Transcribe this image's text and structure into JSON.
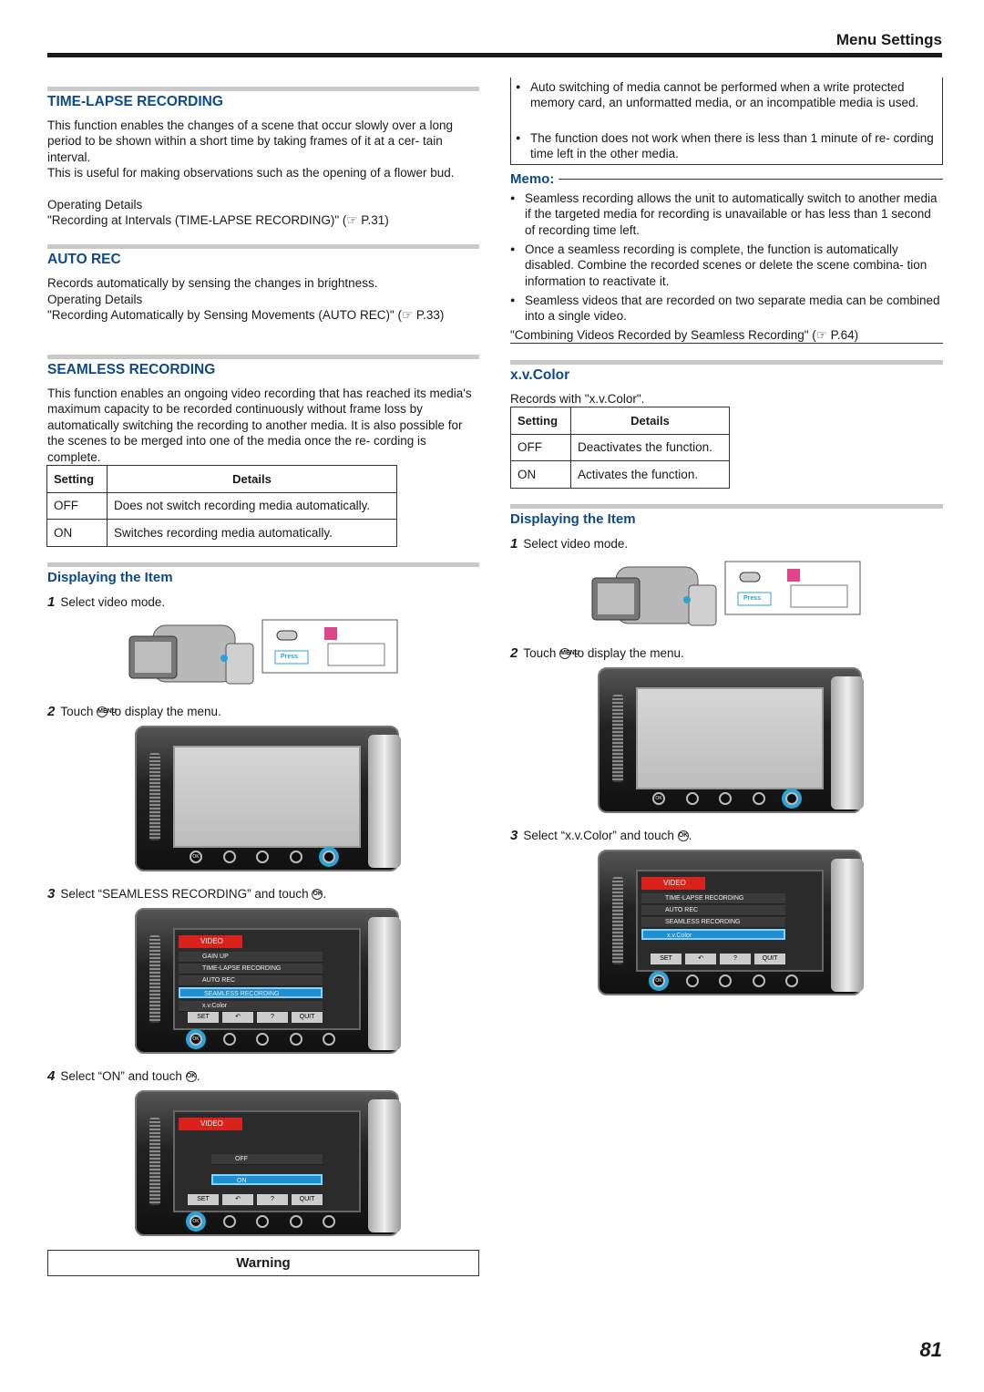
{
  "header": {
    "title": "Menu Settings"
  },
  "left": {
    "timelapse": {
      "title": "TIME-LAPSE RECORDING",
      "p1": "This function enables the changes of a scene that occur slowly over a long period to be shown within a short time by taking frames of it at a cer- tain interval.",
      "p2": "This is useful for making observations such as the opening of a flower bud.",
      "p3": "Operating Details",
      "p4": "\"Recording at Intervals (TIME-LAPSE RECORDING)\" (☞ P.31)"
    },
    "autorec": {
      "title": "AUTO REC",
      "p1": "Records automatically by sensing the changes in brightness.",
      "p2": "Operating Details",
      "p3": "\"Recording Automatically by Sensing Movements (AUTO REC)\" (☞ P.33)"
    },
    "seamless": {
      "title": "SEAMLESS RECORDING",
      "p1": "This function enables an ongoing video recording that has reached its media's maximum capacity to be recorded continuously without frame loss by automatically switching the recording to another media. It is also possible for the scenes to be merged into one of the media once the re- cording is complete.",
      "table": {
        "h1": "Setting",
        "h2": "Details",
        "r1c1": "OFF",
        "r1c2": "Does not switch recording media automatically.",
        "r2c1": "ON",
        "r2c2": "Switches recording media automatically."
      }
    },
    "display": {
      "title": "Displaying the Item",
      "s1": "Select video mode.",
      "s2a": "Touch",
      "s2b": "to display the menu.",
      "s3a": "Select “SEAMLESS RECORDING” and touch",
      "s3b": ".",
      "s4a": "Select “ON” and touch",
      "s4b": "."
    },
    "warning": "Warning"
  },
  "right": {
    "caution": {
      "b1": "Auto switching of media cannot be performed when a write protected memory card, an unformatted media, or an incompatible media is used.",
      "b2": "The function does not work when there is less than 1 minute of re- cording time left in the other media."
    },
    "memo": {
      "title": "Memo:",
      "b1": "Seamless recording allows the unit to automatically switch to another media if the targeted media for recording is unavailable or has less than 1 second of recording time left.",
      "b2": "Once a seamless recording is complete, the function is automatically disabled. Combine the recorded scenes or delete the scene combina- tion information to reactivate it.",
      "b3": "Seamless videos that are recorded on two separate media can be combined into a single video.",
      "link": "\"Combining Videos Recorded by Seamless Recording\" (☞ P.64)"
    },
    "xvcolor": {
      "title": "x.v.Color",
      "p1": "Records with \"x.v.Color\".",
      "table": {
        "h1": "Setting",
        "h2": "Details",
        "r1c1": "OFF",
        "r1c2": "Deactivates the function.",
        "r2c1": "ON",
        "r2c2": "Activates the function."
      }
    },
    "display": {
      "title": "Displaying the Item",
      "s1": "Select video mode.",
      "s2a": "Touch",
      "s2b": "to display the menu.",
      "s3a": "Select “x.v.Color” and touch",
      "s3b": "."
    }
  },
  "menu_screen": {
    "title": "VIDEO",
    "items": [
      "GAIN UP",
      "TIME-LAPSE RECORDING",
      "AUTO REC",
      "SEAMLESS RECORDING",
      "x.v.Color"
    ],
    "footer": [
      "SET",
      "↶",
      "?",
      "QUIT"
    ],
    "submenu": [
      "OFF",
      "ON"
    ],
    "cam_press": "Press",
    "ok_label": "OK",
    "menu_label": "MENU"
  },
  "step_numbers": [
    "1",
    "2",
    "3",
    "4"
  ],
  "page_number": "81"
}
